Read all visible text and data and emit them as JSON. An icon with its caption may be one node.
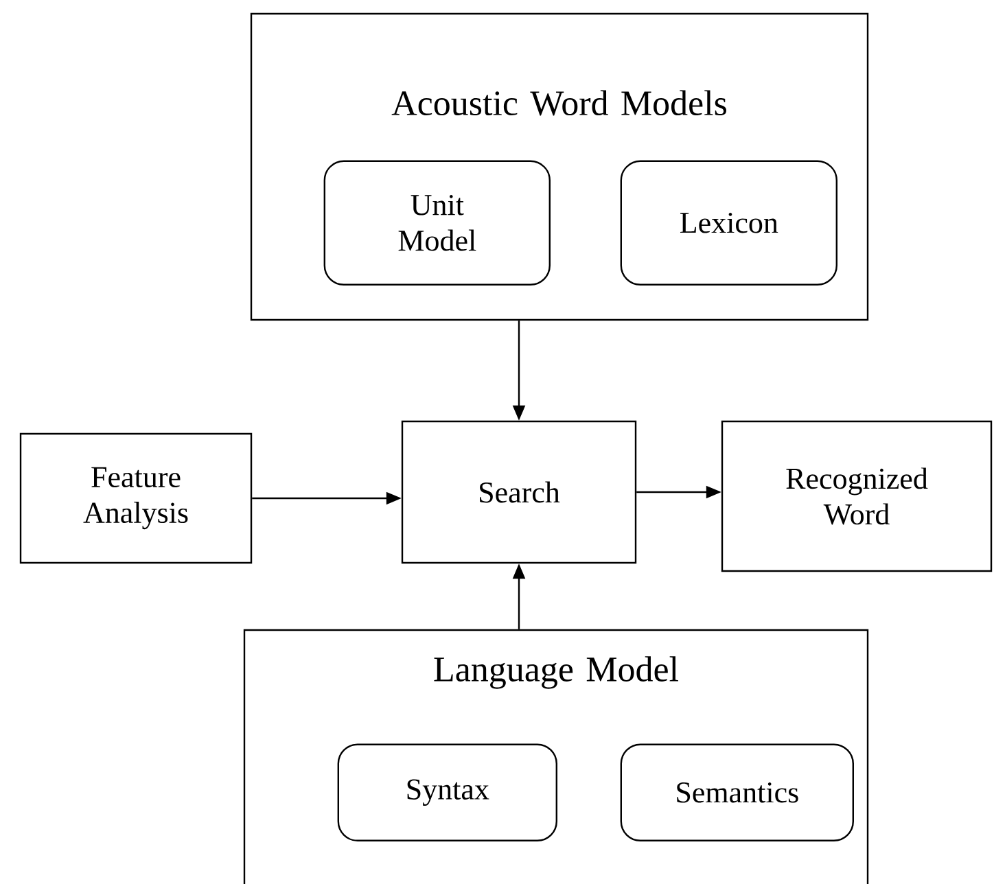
{
  "diagram": {
    "nodes": [
      {
        "text": [
          "Acoustic Word Models"
        ]
      },
      {
        "text": [
          "Unit Model"
        ],
        "in": 0
      },
      {
        "text": [
          "Lexicon"
        ],
        "in": 0
      },
      {
        "text": [
          "Feature Analysis"
        ]
      },
      {
        "text": [
          "Search"
        ]
      },
      {
        "text": [
          "Recognized Word"
        ]
      },
      {
        "text": [
          "Language Model"
        ]
      },
      {
        "text": [
          "Syntax"
        ],
        "in": 6
      },
      {
        "text": [
          "Semantics"
        ],
        "in": 6
      }
    ],
    "edges": [
      {
        "from": 0,
        "to": 4,
        "arrow": "to"
      },
      {
        "from": 3,
        "to": 4,
        "arrow": "to"
      },
      {
        "from": 4,
        "to": 5,
        "arrow": "to"
      },
      {
        "from": 6,
        "to": 4,
        "arrow": "to"
      }
    ]
  }
}
